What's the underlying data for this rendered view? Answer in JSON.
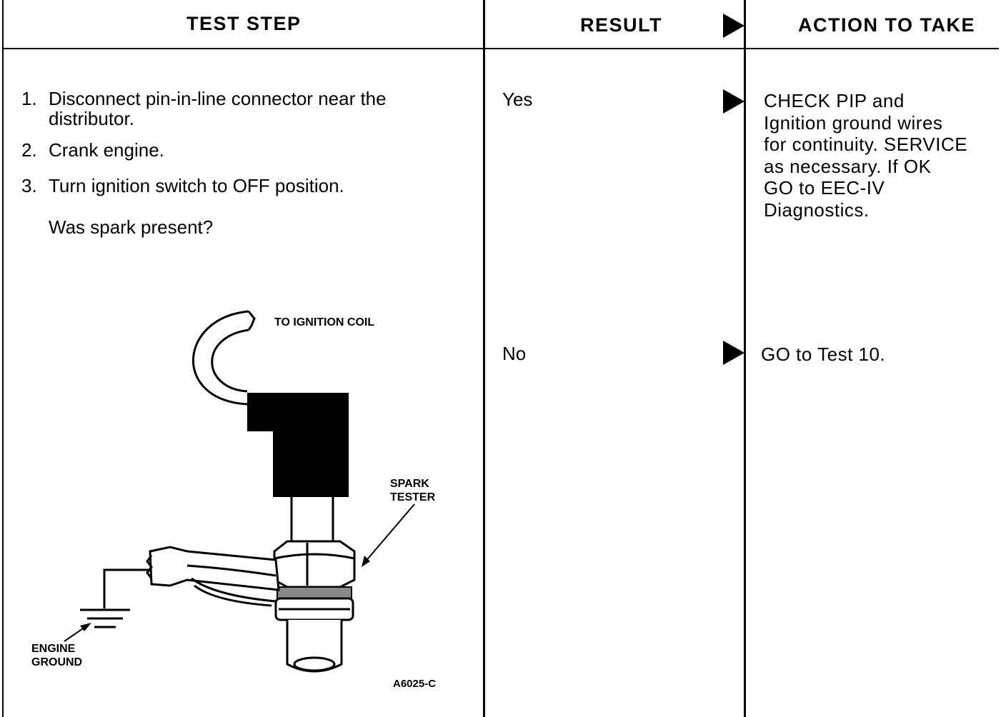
{
  "headers": {
    "test_step": "TEST STEP",
    "result": "RESULT",
    "action": "ACTION TO TAKE"
  },
  "steps": [
    {
      "num": "1.",
      "lines": [
        "Disconnect pin-in-line connector near the",
        "distributor."
      ]
    },
    {
      "num": "2.",
      "lines": [
        "Crank engine."
      ]
    },
    {
      "num": "3.",
      "lines": [
        "Turn ignition switch to OFF position."
      ]
    }
  ],
  "question": "Was spark present?",
  "results": [
    {
      "result": "Yes",
      "action_lines": [
        "CHECK PIP and",
        "Ignition ground wires",
        "for continuity. SERVICE",
        "as necessary. If OK",
        "GO to EEC-IV",
        "Diagnostics."
      ]
    },
    {
      "result": "No",
      "action_lines": [
        "GO to Test 10."
      ]
    }
  ],
  "figure": {
    "label_coil": "TO IGNITION COIL",
    "label_tester_1": "SPARK",
    "label_tester_2": "TESTER",
    "label_ground_1": "ENGINE",
    "label_ground_2": "GROUND",
    "figure_code": "A6025-C"
  }
}
